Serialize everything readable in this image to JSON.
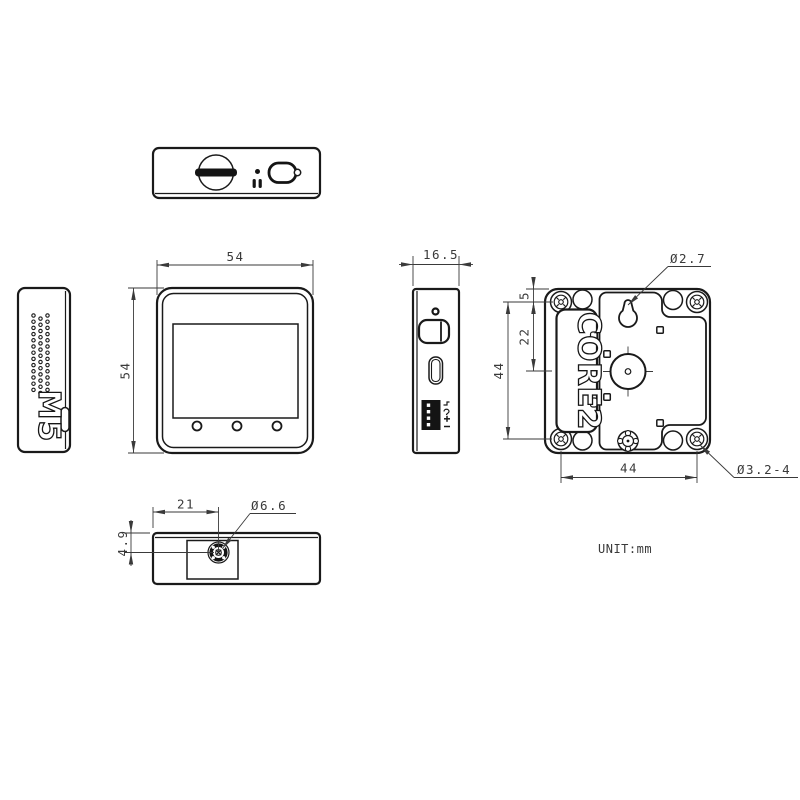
{
  "drawing": {
    "unit_label": "UNIT:mm",
    "front_view": {
      "width_label": "54",
      "height_label": "54"
    },
    "side_view": {
      "width_label": "16.5"
    },
    "left_view": {
      "logo": "M5"
    },
    "back_view": {
      "logo": "CORE2",
      "hanger_hole_label": "Ø2.7",
      "edge_offset_label": "5",
      "center_offset_label": "22",
      "hole_spacing_v_label": "44",
      "hole_spacing_h_label": "44",
      "corner_hole_label": "Ø3.2-4"
    },
    "bottom_view": {
      "hole_x_label": "21",
      "hole_y_label": "4.9",
      "hole_dia_label": "Ø6.6"
    }
  }
}
